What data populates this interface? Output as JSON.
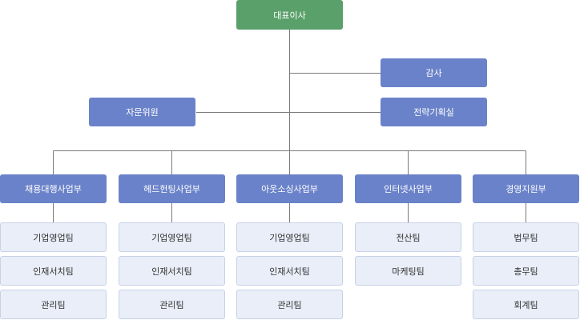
{
  "ceo": "대표이사",
  "audit": "감사",
  "advisory": "자문위원",
  "strategy": "전략기획실",
  "divisions": [
    {
      "name": "채용대행사업부",
      "teams": [
        "기업영업팀",
        "인재서치팀",
        "관리팀"
      ]
    },
    {
      "name": "헤드헌팅사업부",
      "teams": [
        "기업영업팀",
        "인재서치팀",
        "관리팀"
      ]
    },
    {
      "name": "아웃소싱사업부",
      "teams": [
        "기업영업팀",
        "인재서치팀",
        "관리팀"
      ]
    },
    {
      "name": "인터넷사업부",
      "teams": [
        "전산팀",
        "마케팅팀"
      ]
    },
    {
      "name": "경영지원부",
      "teams": [
        "법무팀",
        "총무팀",
        "회계팀"
      ]
    }
  ],
  "colors": {
    "ceo": "#5aa06a",
    "executive": "#6a82c9",
    "team_bg": "#e9eef8",
    "line": "#7a7a7a"
  }
}
